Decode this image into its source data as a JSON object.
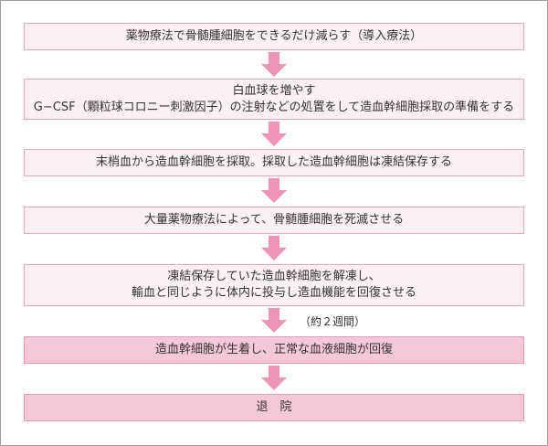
{
  "colors": {
    "box_fill": "#fdf0f4",
    "box_fill_dark": "#f6c7d8",
    "box_border": "#e6a6be",
    "arrow": "#ee94b6"
  },
  "steps": [
    {
      "lines": [
        "薬物療法で骨髄腫細胞をできるだけ減らす（導入療法）"
      ]
    },
    {
      "lines": [
        "白血球を増やす",
        "G−CSF（顆粒球コロニー刺激因子）の注射などの処置をして造血幹細胞採取の準備をする"
      ]
    },
    {
      "lines": [
        "末梢血から造血幹細胞を採取。採取した造血幹細胞は凍結保存する"
      ]
    },
    {
      "lines": [
        "大量薬物療法によって、骨髄腫細胞を死滅させる"
      ]
    },
    {
      "lines": [
        "凍結保存していた造血幹細胞を解凍し、",
        "輸血と同じように体内に投与し造血機能を回復させる"
      ]
    },
    {
      "lines": [
        "造血幹細胞が生着し、正常な血液細胞が回復"
      ]
    },
    {
      "lines": [
        "退　院"
      ]
    }
  ],
  "duration_note": "（約２週間）"
}
